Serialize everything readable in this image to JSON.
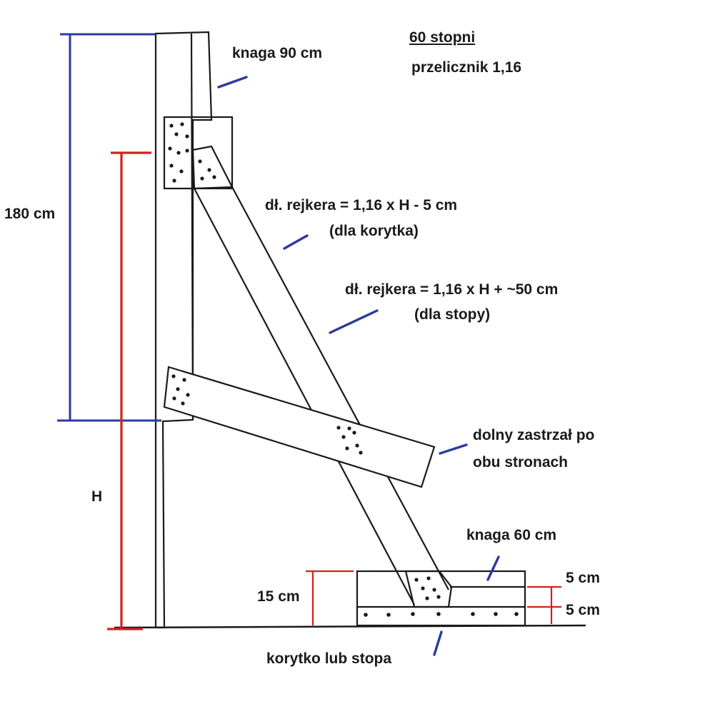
{
  "labels": {
    "title_angle": "60 stopni",
    "title_factor": "przelicznik 1,16",
    "top_cleat": "knaga 90 cm",
    "raker_trough_line1": "dł. rejkera = 1,16 x H - 5 cm",
    "raker_trough_line2": "(dla korytka)",
    "raker_foot_line1": "dł. rejkera = 1,16 x H + ~50 cm",
    "raker_foot_line2": "(dla stopy)",
    "lower_brace_line1": "dolny zastrzał po",
    "lower_brace_line2": "obu stronach",
    "bottom_cleat": "knaga 60 cm",
    "height_180": "180 cm",
    "height_h": "H",
    "height_15": "15 cm",
    "thickness_top": "5 cm",
    "thickness_bottom": "5 cm",
    "base": "korytko lub stopa"
  },
  "colors": {
    "structure": "#1a1a1a",
    "dimension_180": "#2b3a9e",
    "dimension_h": "#d42020",
    "leader": "#2b3a9e"
  }
}
